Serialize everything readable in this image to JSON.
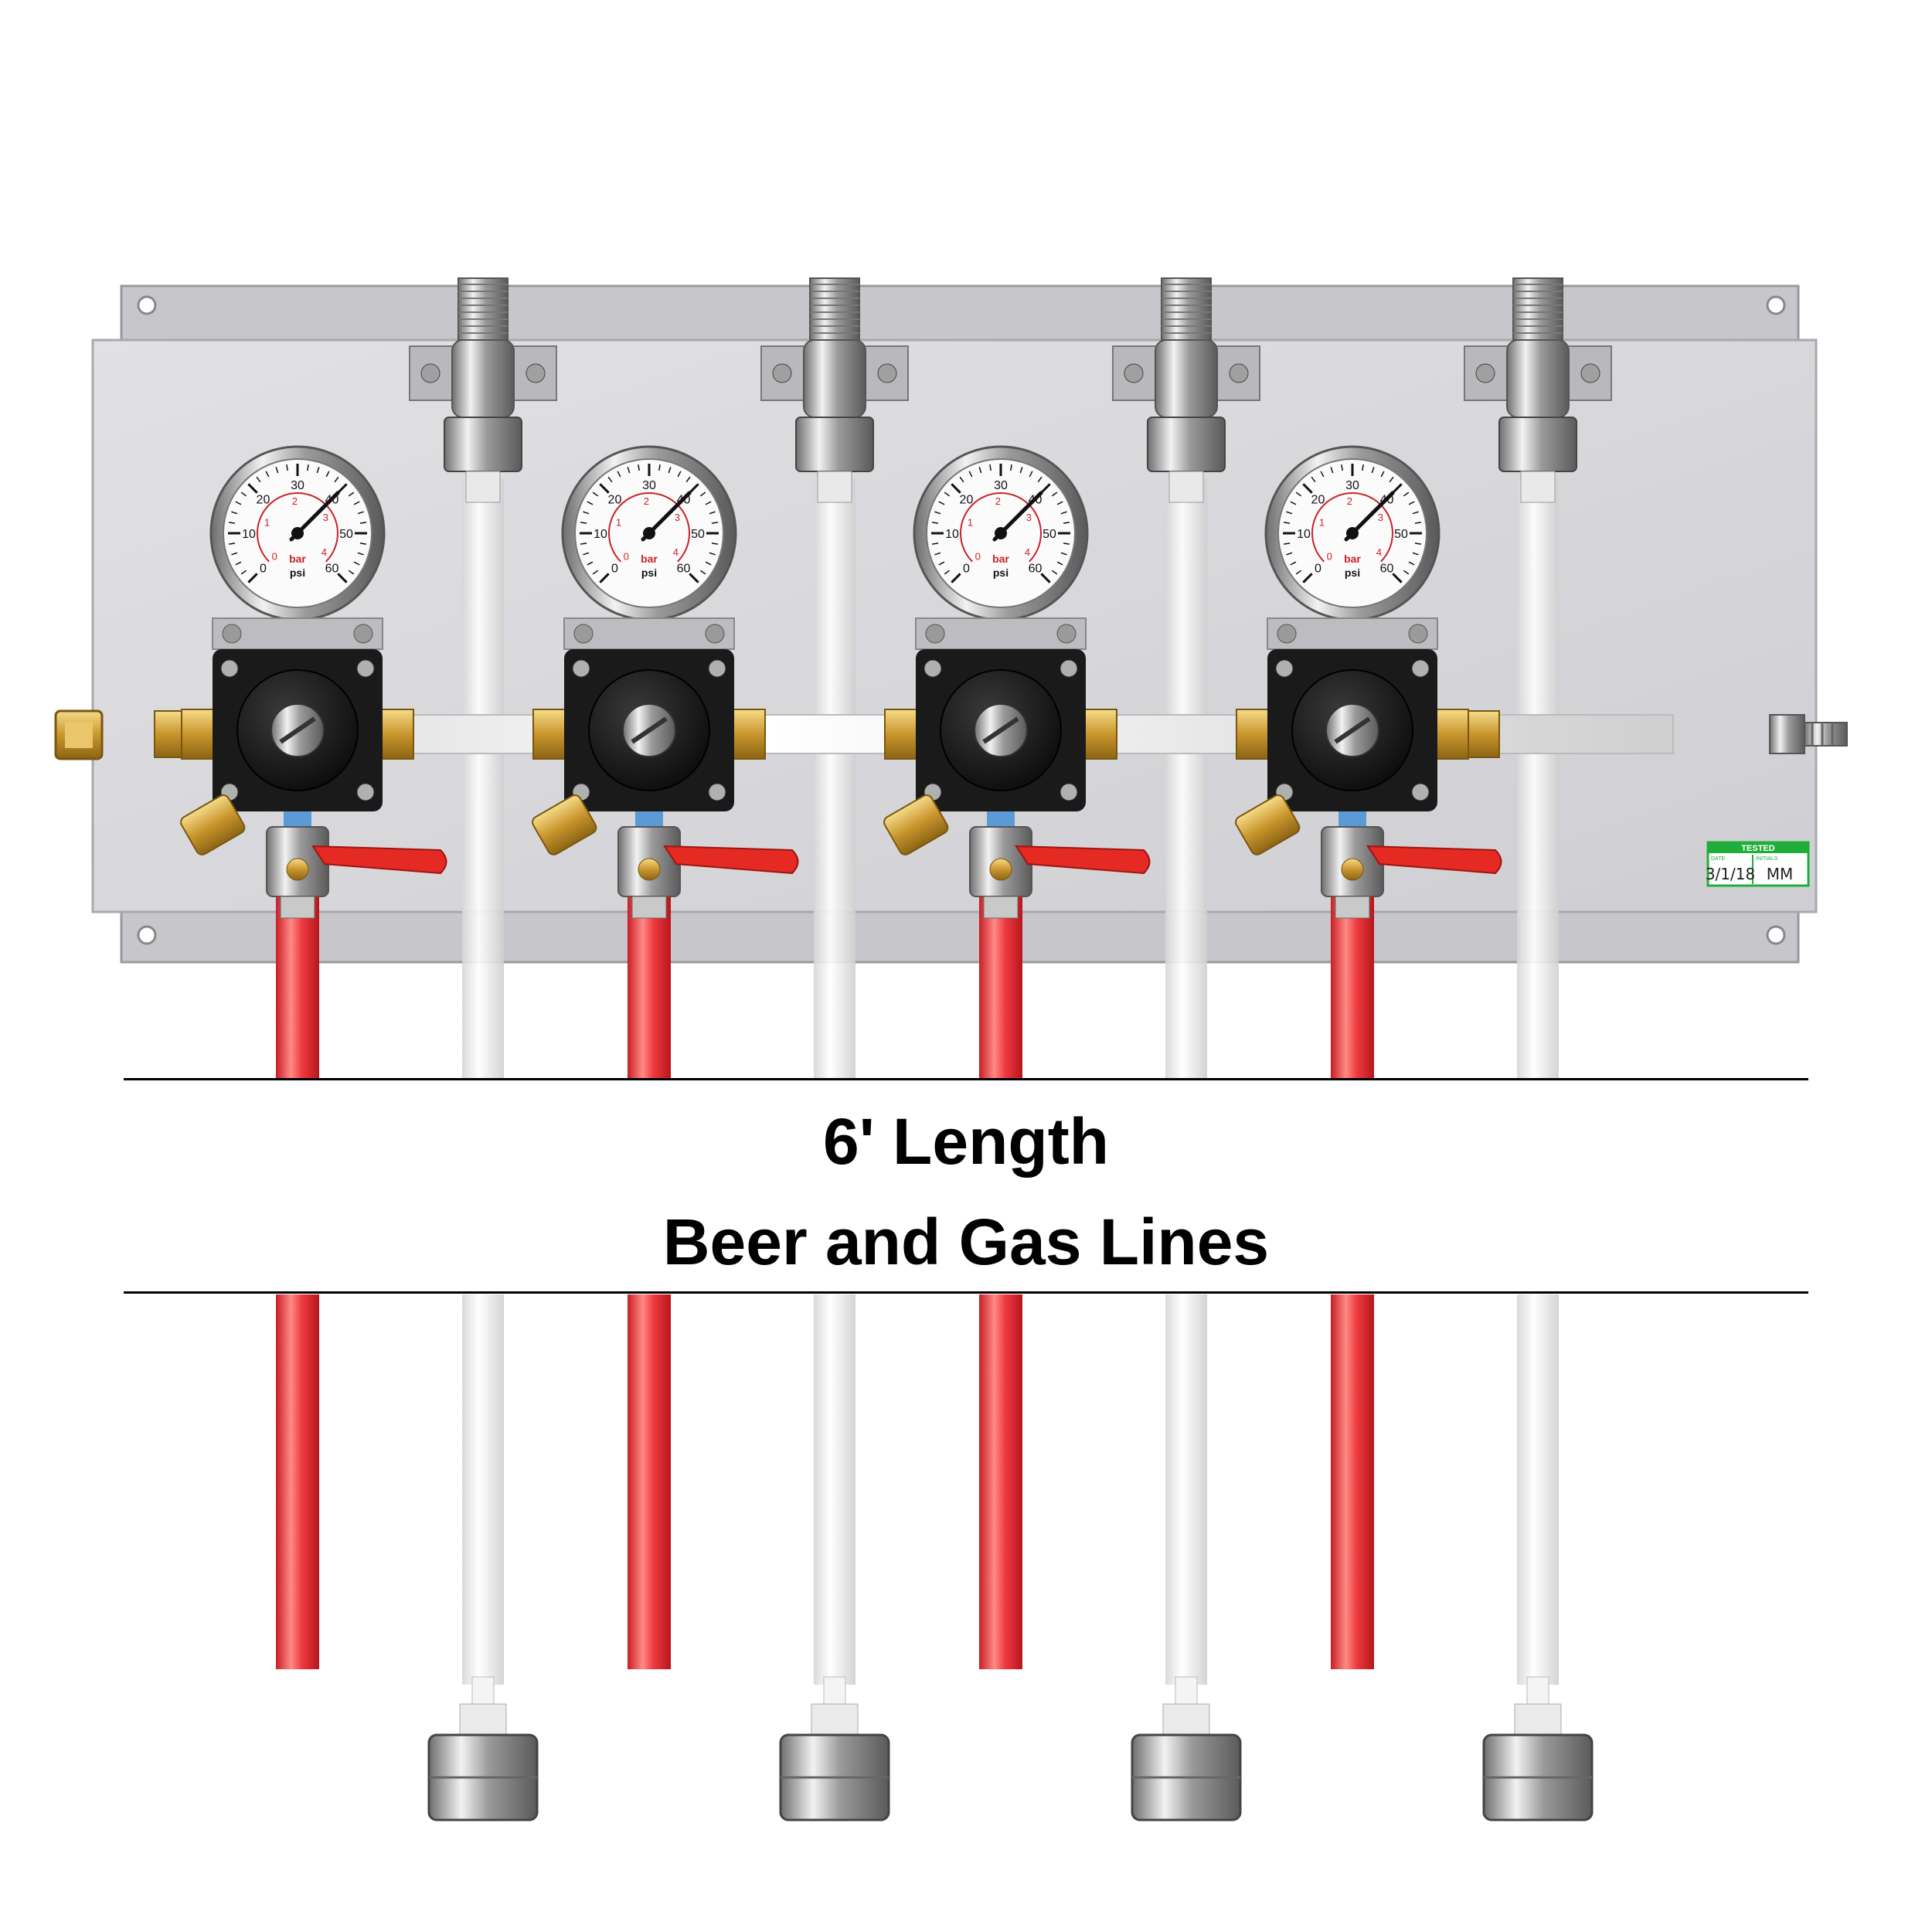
{
  "caption": {
    "line1": "6' Length",
    "line2": "Beer and Gas Lines"
  },
  "tag": {
    "title": "TESTED",
    "date_label": "DATE",
    "initials_label": "INITIALS",
    "date_value": "3/1/18",
    "initials_value": "MM"
  },
  "gauge": {
    "unit_bar": "bar",
    "unit_psi": "psi",
    "psi_ticks": [
      "0",
      "10",
      "20",
      "30",
      "40",
      "50",
      "60"
    ],
    "bar_ticks": [
      "0",
      "1",
      "2",
      "3",
      "4"
    ]
  },
  "colors": {
    "panel": "#d9d9dc",
    "beer_line": "#e8363a",
    "gas_line": "#f2f2f2",
    "valve_handle": "#e42a22",
    "brass": "#c9a24a",
    "tag_green": "#1fae3a"
  }
}
